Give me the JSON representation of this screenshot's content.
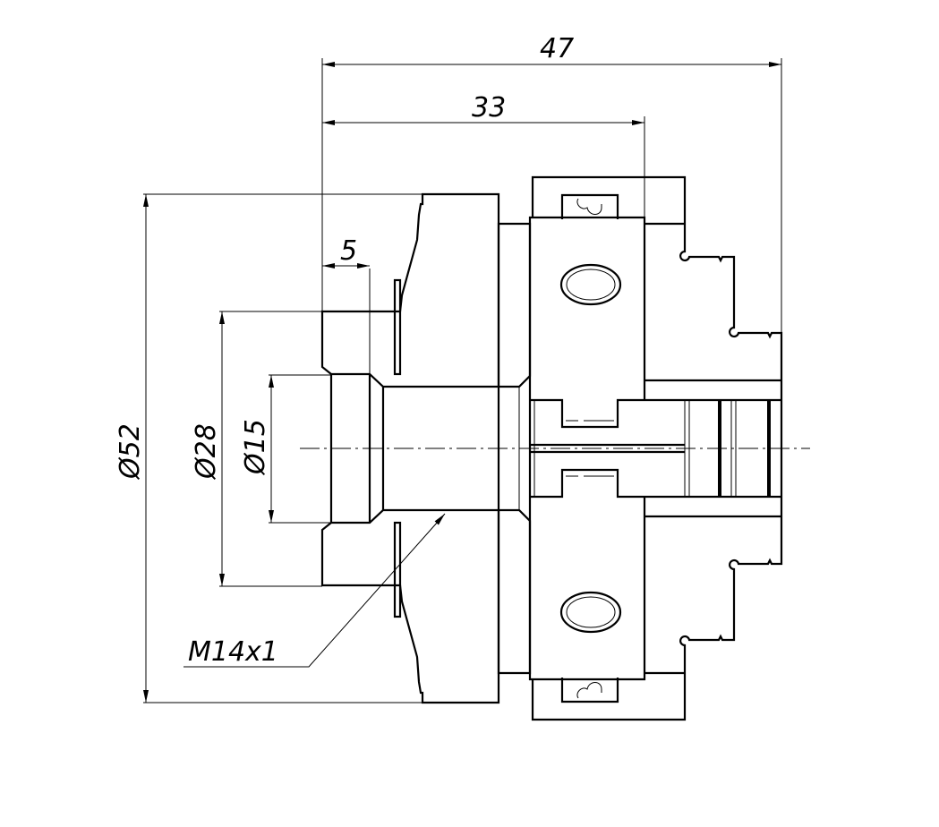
{
  "drawing": {
    "dimensions": {
      "overall_length": "47",
      "body_length": "33",
      "hub_length": "5",
      "outer_diameter": "Ø52",
      "hub_diameter": "Ø28",
      "bore_diameter": "Ø15"
    },
    "thread_callout": "M14x1"
  }
}
